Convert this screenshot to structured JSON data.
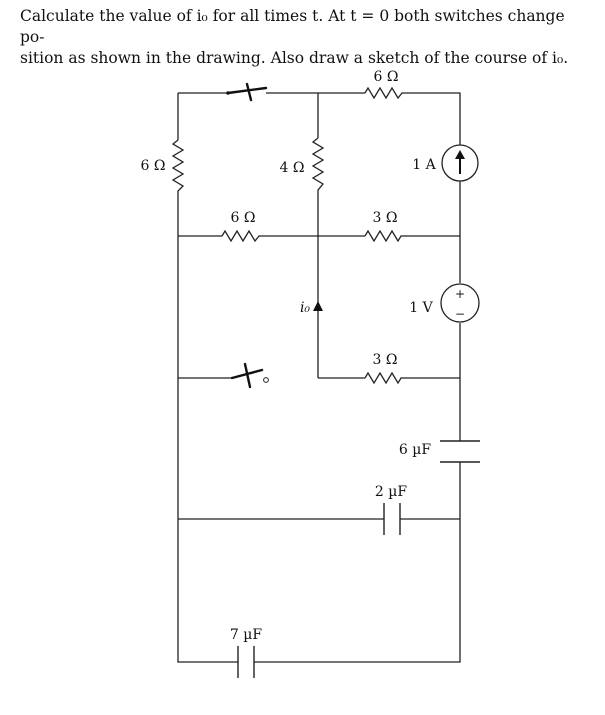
{
  "problem": {
    "line1": "Calculate the value of i₀ for all times t. At t = 0 both switches change po-",
    "line2": "sition as shown in the drawing. Also draw a sketch of the course of i₀."
  },
  "labels": {
    "r_top": "6 Ω",
    "r_left": "6 Ω",
    "r_mid_vertical": "4 Ω",
    "current_source": "1 A",
    "r_mid_left": "6 Ω",
    "r_mid_right": "3 Ω",
    "io": "i₀",
    "voltage_source": "1 V",
    "r_lower_right": "3 Ω",
    "c_6": "6 µF",
    "c_2": "2 µF",
    "c_7": "7 µF",
    "plus": "+",
    "minus": "−"
  },
  "icons": {
    "current_source": "arrow-up-icon",
    "switch": "switch-icon"
  }
}
